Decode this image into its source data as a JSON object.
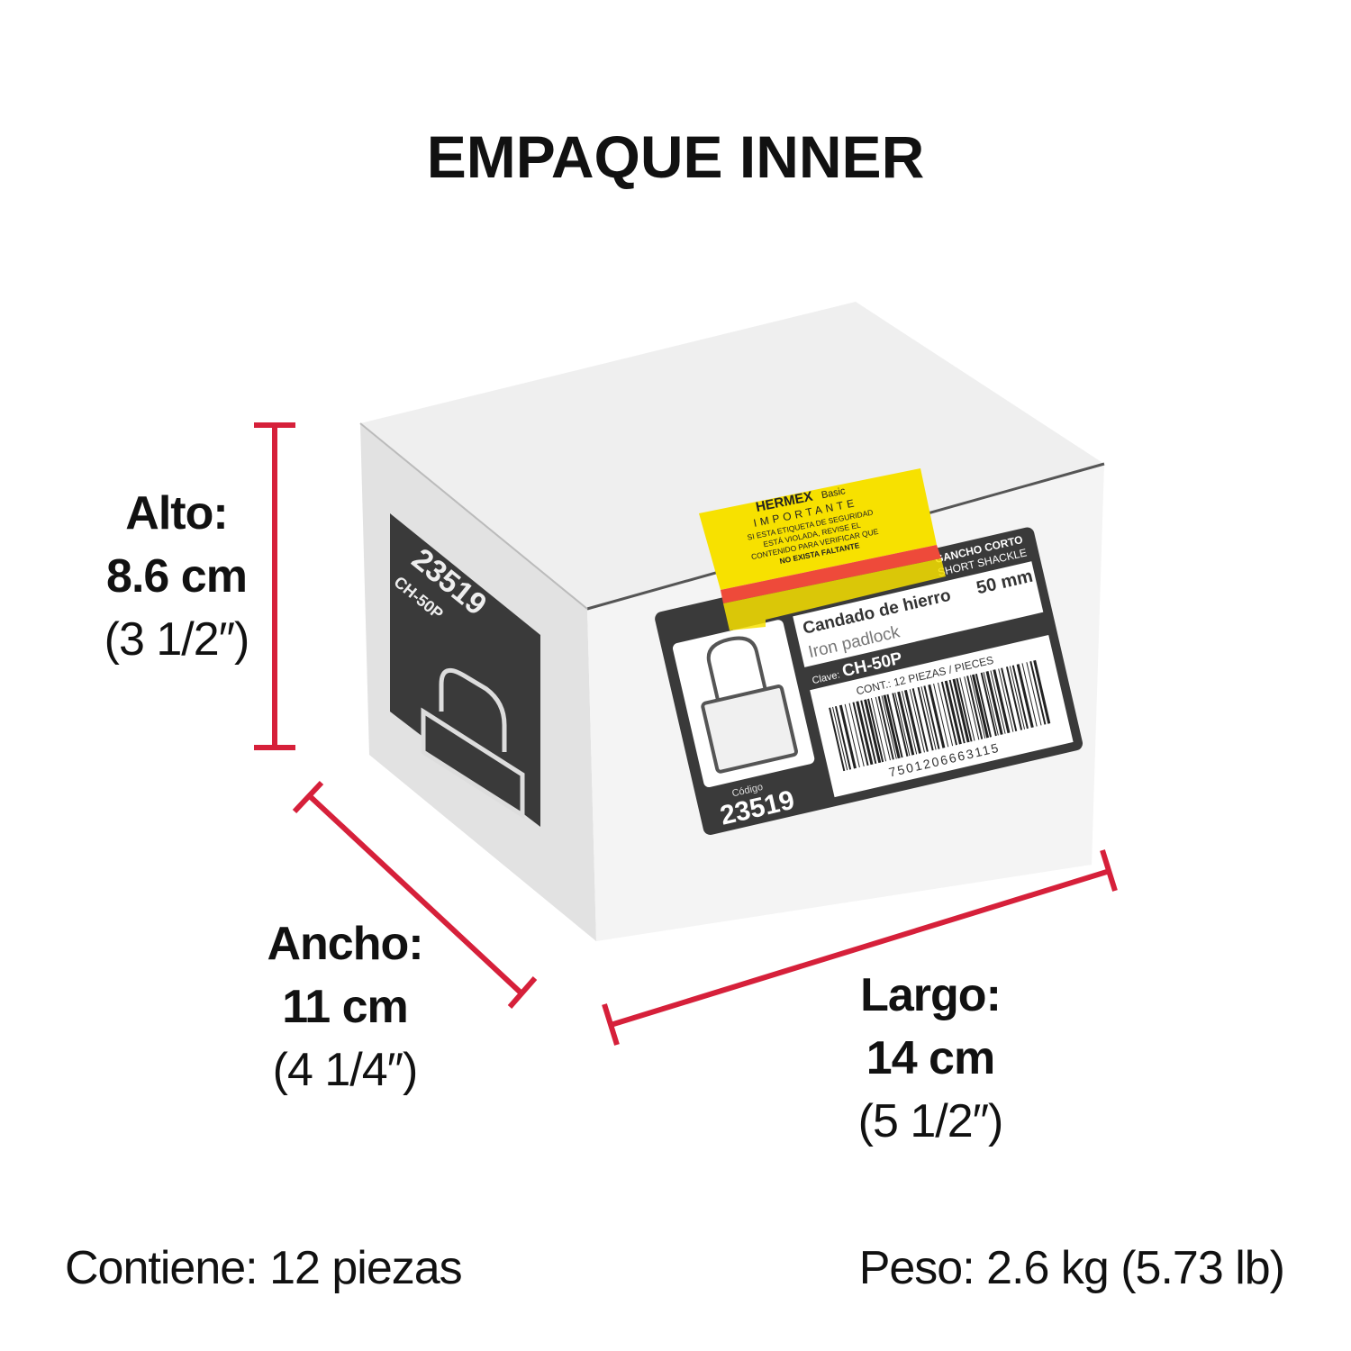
{
  "title": "EMPAQUE INNER",
  "dimensions": {
    "alto": {
      "label": "Alto:",
      "metric": "8.6 cm",
      "imperial": "(3 1/2″)"
    },
    "ancho": {
      "label": "Ancho:",
      "metric": "11 cm",
      "imperial": "(4 1/4″)"
    },
    "largo": {
      "label": "Largo:",
      "metric": "14 cm",
      "imperial": "(5 1/2″)"
    }
  },
  "contents": {
    "label": "Contiene:",
    "value": "12 piezas"
  },
  "weight": {
    "label": "Peso:",
    "value_bold": "2.6 kg",
    "value_light": "(5.73 lb)"
  },
  "box_label": {
    "brand": "HERMEX",
    "sub_brand": "Basic",
    "seal_title": "IMPORTANTE",
    "seal_lines": [
      "SI ESTA ETIQUETA DE SEGURIDAD",
      "ESTÁ VIOLADA, REVISE EL",
      "CONTENIDO PARA VERIFICAR QUE",
      "NO EXISTA FALTANTE"
    ],
    "shackle_es": "GANCHO CORTO",
    "shackle_en": "SHORT SHACKLE",
    "name_es": "Candado de hierro",
    "name_en": "Iron padlock",
    "size": "50 mm",
    "clave_label": "Clave:",
    "clave": "CH-50P",
    "cont": "CONT.: 12 PIEZAS / PIECES",
    "barcode": "7501206663115",
    "codigo_label": "Código",
    "codigo": "23519"
  },
  "colors": {
    "accent": "#d6203a",
    "seal_yellow": "#f7e100",
    "label_dark": "#3a3a3a"
  }
}
